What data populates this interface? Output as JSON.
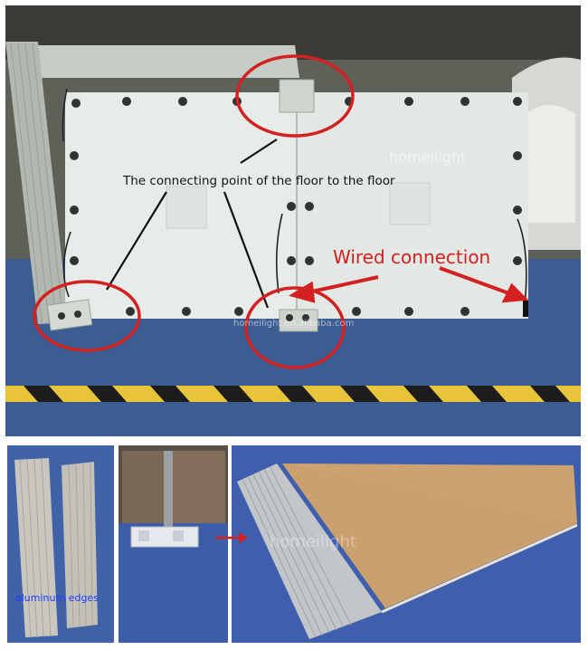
{
  "main_photo": {
    "caption": "The connecting point of the floor to the floor",
    "wired_label": "Wired connection",
    "watermark_center": "homeilight",
    "watermark_bottom": "homeilight.en.alibaba.com"
  },
  "edges_photo": {
    "label": "aluminum edges"
  },
  "floor_photo": {
    "watermark": "homeilight"
  },
  "colors": {
    "annotation_red": "#d32020",
    "label_blue": "#1a3cff",
    "floor_blue": "#3e5fa0",
    "panel_white": "#e8ece9"
  }
}
